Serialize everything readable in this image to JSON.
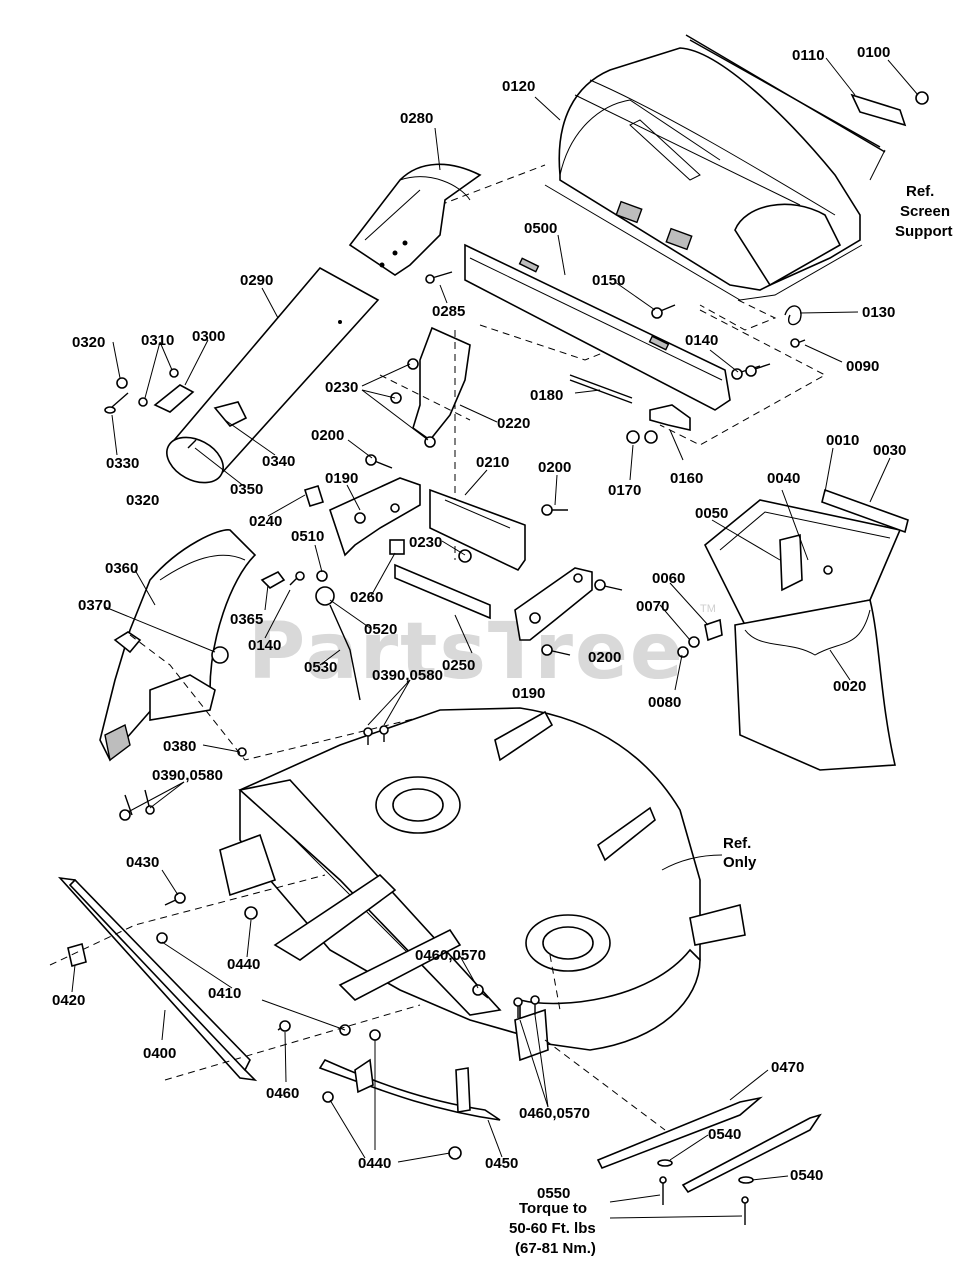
{
  "labels": {
    "p0100": "0100",
    "p0110": "0110",
    "p0120": "0120",
    "p0280": "0280",
    "p0500": "0500",
    "p0150": "0150",
    "p0130": "0130",
    "p0090": "0090",
    "p0140": "0140",
    "p0180": "0180",
    "p0160": "0160",
    "p0170": "0170",
    "p0290": "0290",
    "p0285": "0285",
    "p0320": "0320",
    "p0310": "0310",
    "p0300": "0300",
    "p0230": "0230",
    "p0220": "0220",
    "p0330": "0330",
    "p0340": "0340",
    "p0350": "0350",
    "p0200": "0200",
    "p0210": "0210",
    "p0190": "0190",
    "p0010": "0010",
    "p0030": "0030",
    "p0040": "0040",
    "p0050": "0050",
    "p0240": "0240",
    "p0510": "0510",
    "p0260": "0260",
    "p0360": "0360",
    "p0365": "0365",
    "p0520": "0520",
    "p0370": "0370",
    "p0250": "0250",
    "p0060": "0060",
    "p0070": "0070",
    "p0080": "0080",
    "p0020": "0020",
    "p0530": "0530",
    "p0390_0580": "0390,0580",
    "p0380": "0380",
    "p0430": "0430",
    "p0440": "0440",
    "p0420": "0420",
    "p0410": "0410",
    "p0460_0570": "0460,0570",
    "p0400": "0400",
    "p0460": "0460",
    "p0450": "0450",
    "p0470": "0470",
    "p0540": "0540",
    "p0550": "0550"
  },
  "notes": {
    "ref_screen_1": "Ref.",
    "ref_screen_2": "Screen",
    "ref_screen_3": "Support",
    "ref_only_1": "Ref.",
    "ref_only_2": "Only",
    "torque_1": "Torque to",
    "torque_2": "50-60 Ft. lbs",
    "torque_3": "(67-81 Nm.)"
  },
  "watermark": {
    "text": "PartsTree",
    "tm": "TM"
  }
}
